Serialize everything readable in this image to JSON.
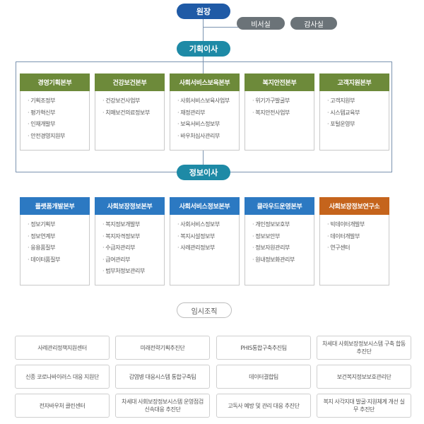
{
  "top": {
    "director": "원장",
    "secretary": "비서실",
    "audit": "감사실",
    "planning_director": "기획이사",
    "info_director": "정보이사"
  },
  "planning_divisions": [
    {
      "name": "경영기획본부",
      "items": [
        "기획조정부",
        "평가혁신부",
        "인재개발부",
        "안전경영지원부"
      ]
    },
    {
      "name": "건강보건본부",
      "items": [
        "건강보건사업부",
        "치매보건의료정보부"
      ]
    },
    {
      "name": "사회서비스보육본부",
      "items": [
        "사회서비스보육사업부",
        "재정관리부",
        "보육서비스정보부",
        "바우처심사관리부"
      ]
    },
    {
      "name": "복지안전본부",
      "items": [
        "위기가구발굴부",
        "복지안전사업부"
      ]
    },
    {
      "name": "고객지원본부",
      "items": [
        "고객지원부",
        "시스템교육부",
        "포털운영부"
      ]
    }
  ],
  "info_divisions": [
    {
      "name": "플랫폼개발본부",
      "items": [
        "정보기획부",
        "정보연계부",
        "응용품질부",
        "데이터품질부"
      ]
    },
    {
      "name": "사회보장정보본부",
      "items": [
        "복지정보개발부",
        "복지자격정보부",
        "수급자관리부",
        "급여관리부",
        "범부처정보관리부"
      ]
    },
    {
      "name": "사회서비스정보본부",
      "items": [
        "사회서비스정보부",
        "복지시설정보부",
        "사례관리정보부"
      ]
    },
    {
      "name": "클라우드운영본부",
      "items": [
        "개인정보보호부",
        "정보보안부",
        "정보자원관리부",
        "원내정보화관리부"
      ]
    },
    {
      "name": "사회보장정보연구소",
      "items": [
        "빅데이터개발부",
        "데이터개발부",
        "연구센터"
      ]
    }
  ],
  "temp": {
    "title": "임시조직",
    "items": [
      "사례관리정책지원센터",
      "미래전략기획추진단",
      "PHIS통합구축추진팀",
      "차세대 사회보장정보시스템 구축 합동추진단",
      "신종 코로나바이러스 대응 지원단",
      "감염병 대응시스템 통합구축팀",
      "데이터결합팀",
      "보건복지정보보호관리단",
      "전자바우처 클린센터",
      "차세대 사회보장정보시스템 운영점검 신속대응 추진단",
      "고독사 예방 및 관리 대응 추진단",
      "복지 사각지대 발굴·지원체계 개선 실무 추진단"
    ]
  },
  "colors": {
    "navy": "#1f5aa6",
    "teal": "#1e8aa6",
    "gray": "#6b7378",
    "green": "#6d8a3a",
    "blue": "#2c79c2",
    "orange": "#c5641c"
  }
}
